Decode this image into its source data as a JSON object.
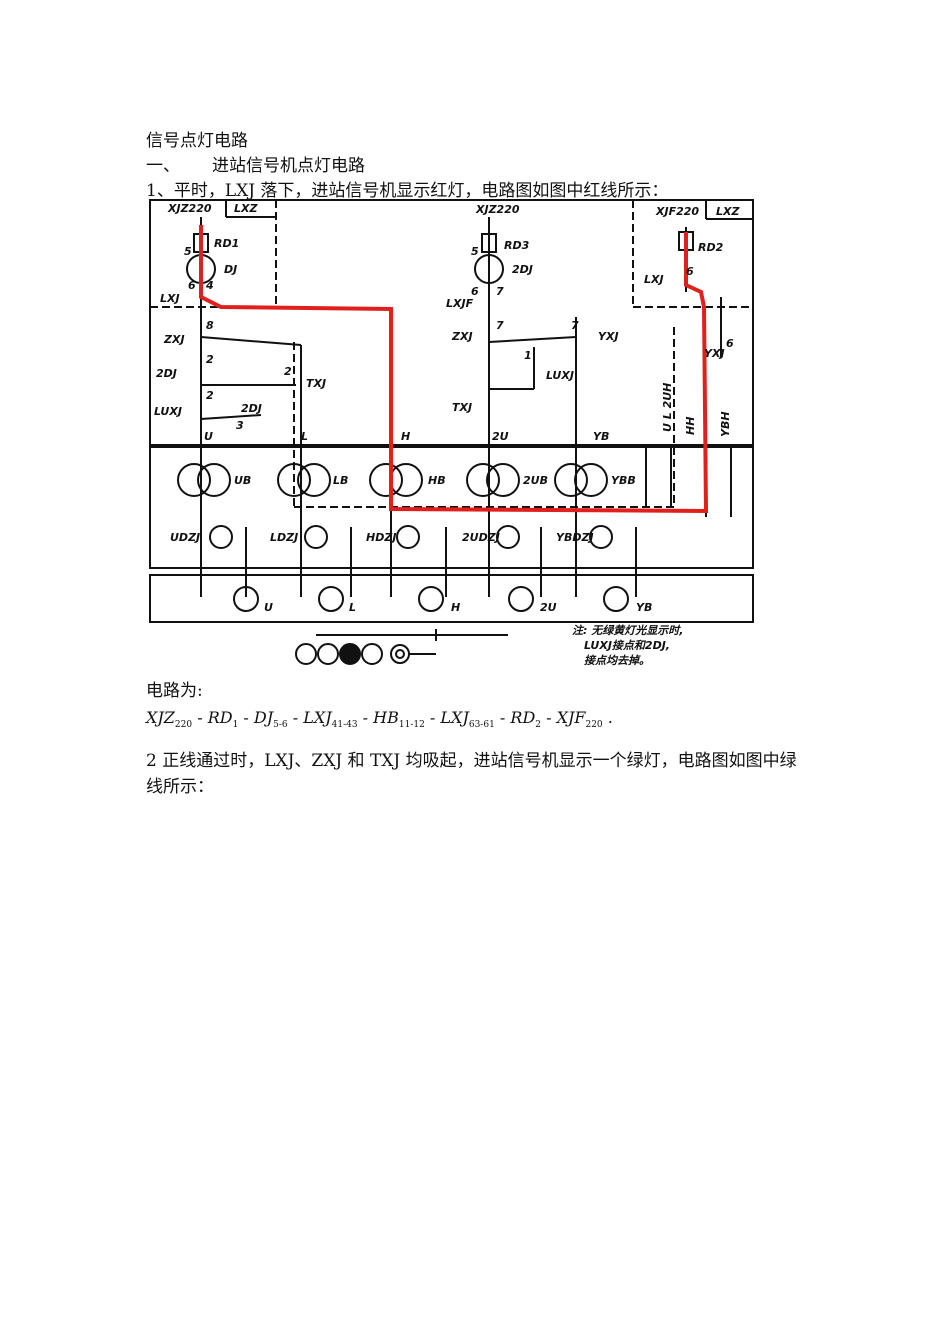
{
  "doc": {
    "title": "信号点灯电路",
    "section1": {
      "num": "一、",
      "text": "进站信号机点灯电路"
    },
    "para1": "1、平时，LXJ 落下，进站信号机显示红灯，电路图如图中红线所示：",
    "circuit_label": "电路为:",
    "formula": [
      {
        "base": "XJZ",
        "sub": "220"
      },
      {
        "sep": " - "
      },
      {
        "base": "RD",
        "sub": "1"
      },
      {
        "sep": " - "
      },
      {
        "base": "DJ",
        "sub": "5-6"
      },
      {
        "sep": " - "
      },
      {
        "base": "LXJ",
        "sub": "41-43"
      },
      {
        "sep": " - "
      },
      {
        "base": "HB",
        "sub": "11-12"
      },
      {
        "sep": " - "
      },
      {
        "base": "LXJ",
        "sub": "63-61"
      },
      {
        "sep": " - "
      },
      {
        "base": "RD",
        "sub": "2"
      },
      {
        "sep": " - "
      },
      {
        "base": "XJF",
        "sub": "220"
      },
      {
        "sep": " ."
      }
    ],
    "para2": "2 正线通过时，LXJ、ZXJ 和 TXJ 均吸起，进站信号机显示一个绿灯，电路图如图中绿线所示："
  },
  "diagram": {
    "accent_color": "#e0201c",
    "labels": {
      "xjz_left": "XJZ220",
      "lxz_left": "LXZ",
      "rd1": "RD1",
      "dj": "DJ",
      "lxj_left": "LXJ",
      "zxj_left": "ZXJ",
      "2dj_left": "2DJ",
      "txj_left": "TXJ",
      "luxj_left": "LUXJ",
      "2dj_mid": "2DJ",
      "xjz_mid": "XJZ220",
      "rd3": "RD3",
      "2dj_lamp": "2DJ",
      "lxjf": "LXJF",
      "zxj_mid": "ZXJ",
      "yxj_mid": "YXJ",
      "luxj_mid": "LUXJ",
      "txj_mid": "TXJ",
      "xjf_right": "XJF220",
      "lxz_right": "LXZ",
      "rd2": "RD2",
      "lxj_right": "LXJ",
      "yxj_right": "YXJ",
      "vert_uluh": "U L 2UH",
      "vert_hh": "HH",
      "vert_ybh": "YBH",
      "bus_u": "U",
      "bus_l": "L",
      "bus_h": "H",
      "bus_2u": "2U",
      "bus_yb": "YB",
      "ub": "UB",
      "lb": "LB",
      "hb": "HB",
      "2ub": "2UB",
      "ybb": "YBB",
      "udzj": "UDZJ",
      "ldzj": "LDZJ",
      "hdzj": "HDZJ",
      "2udzj": "2UDZJ",
      "ybdzj": "YBDZJ",
      "lamp_u": "U",
      "lamp_l": "L",
      "lamp_h": "H",
      "lamp_2u": "2U",
      "lamp_yb": "YB",
      "note1": "注: 无绿黄灯光显示时,",
      "note2": "LUXJ接点和2DJ,",
      "note3": "接点均去掉。",
      "n5a": "5",
      "n6a": "6",
      "n4a": "4",
      "n8a": "8",
      "n2a": "2",
      "n2b": "2",
      "n2c": "2",
      "n3a": "3",
      "n5b": "5",
      "n6b": "6",
      "n7b": "7",
      "n7c": "7",
      "n7d": "7",
      "n1b": "1",
      "n6r": "6",
      "n6s": "6"
    }
  }
}
